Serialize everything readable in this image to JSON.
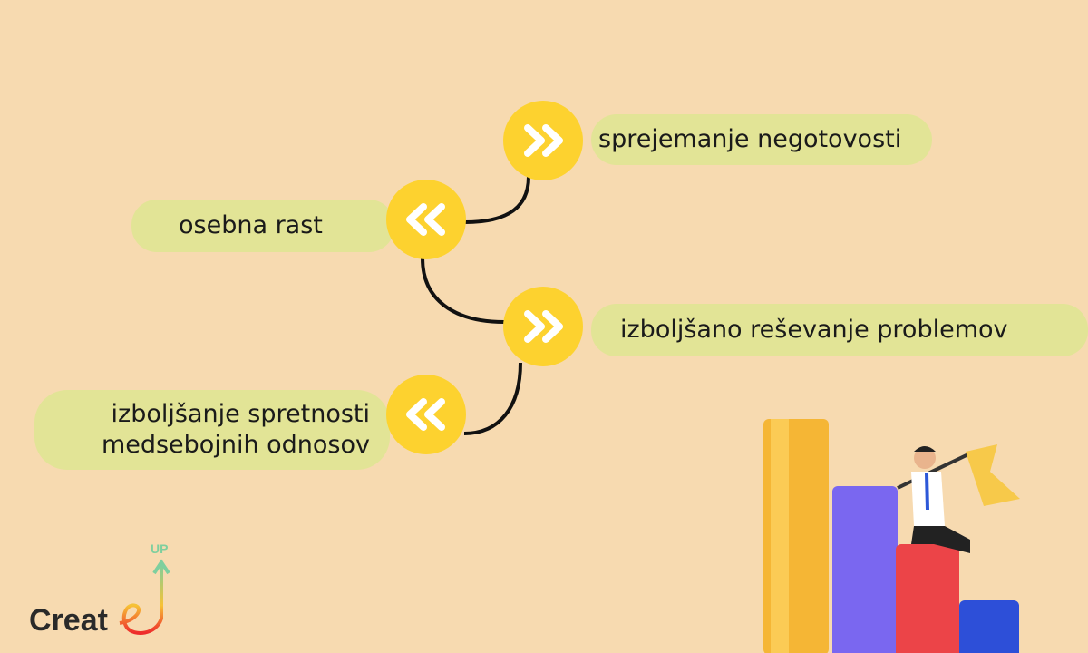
{
  "items": [
    {
      "label": "sprejemanje negotovosti",
      "direction": "right"
    },
    {
      "label": "osebna rast",
      "direction": "left"
    },
    {
      "label": "izboljšano reševanje problemov",
      "direction": "right"
    },
    {
      "label_line1": "izboljšanje spretnosti",
      "label_line2": "medsebojnih odnosov",
      "direction": "left"
    }
  ],
  "logo": {
    "text": "Create",
    "superscript": "UP"
  },
  "colors": {
    "background": "#F7DAB0",
    "pill": "#E2E496",
    "circle": "#FDD22F"
  }
}
